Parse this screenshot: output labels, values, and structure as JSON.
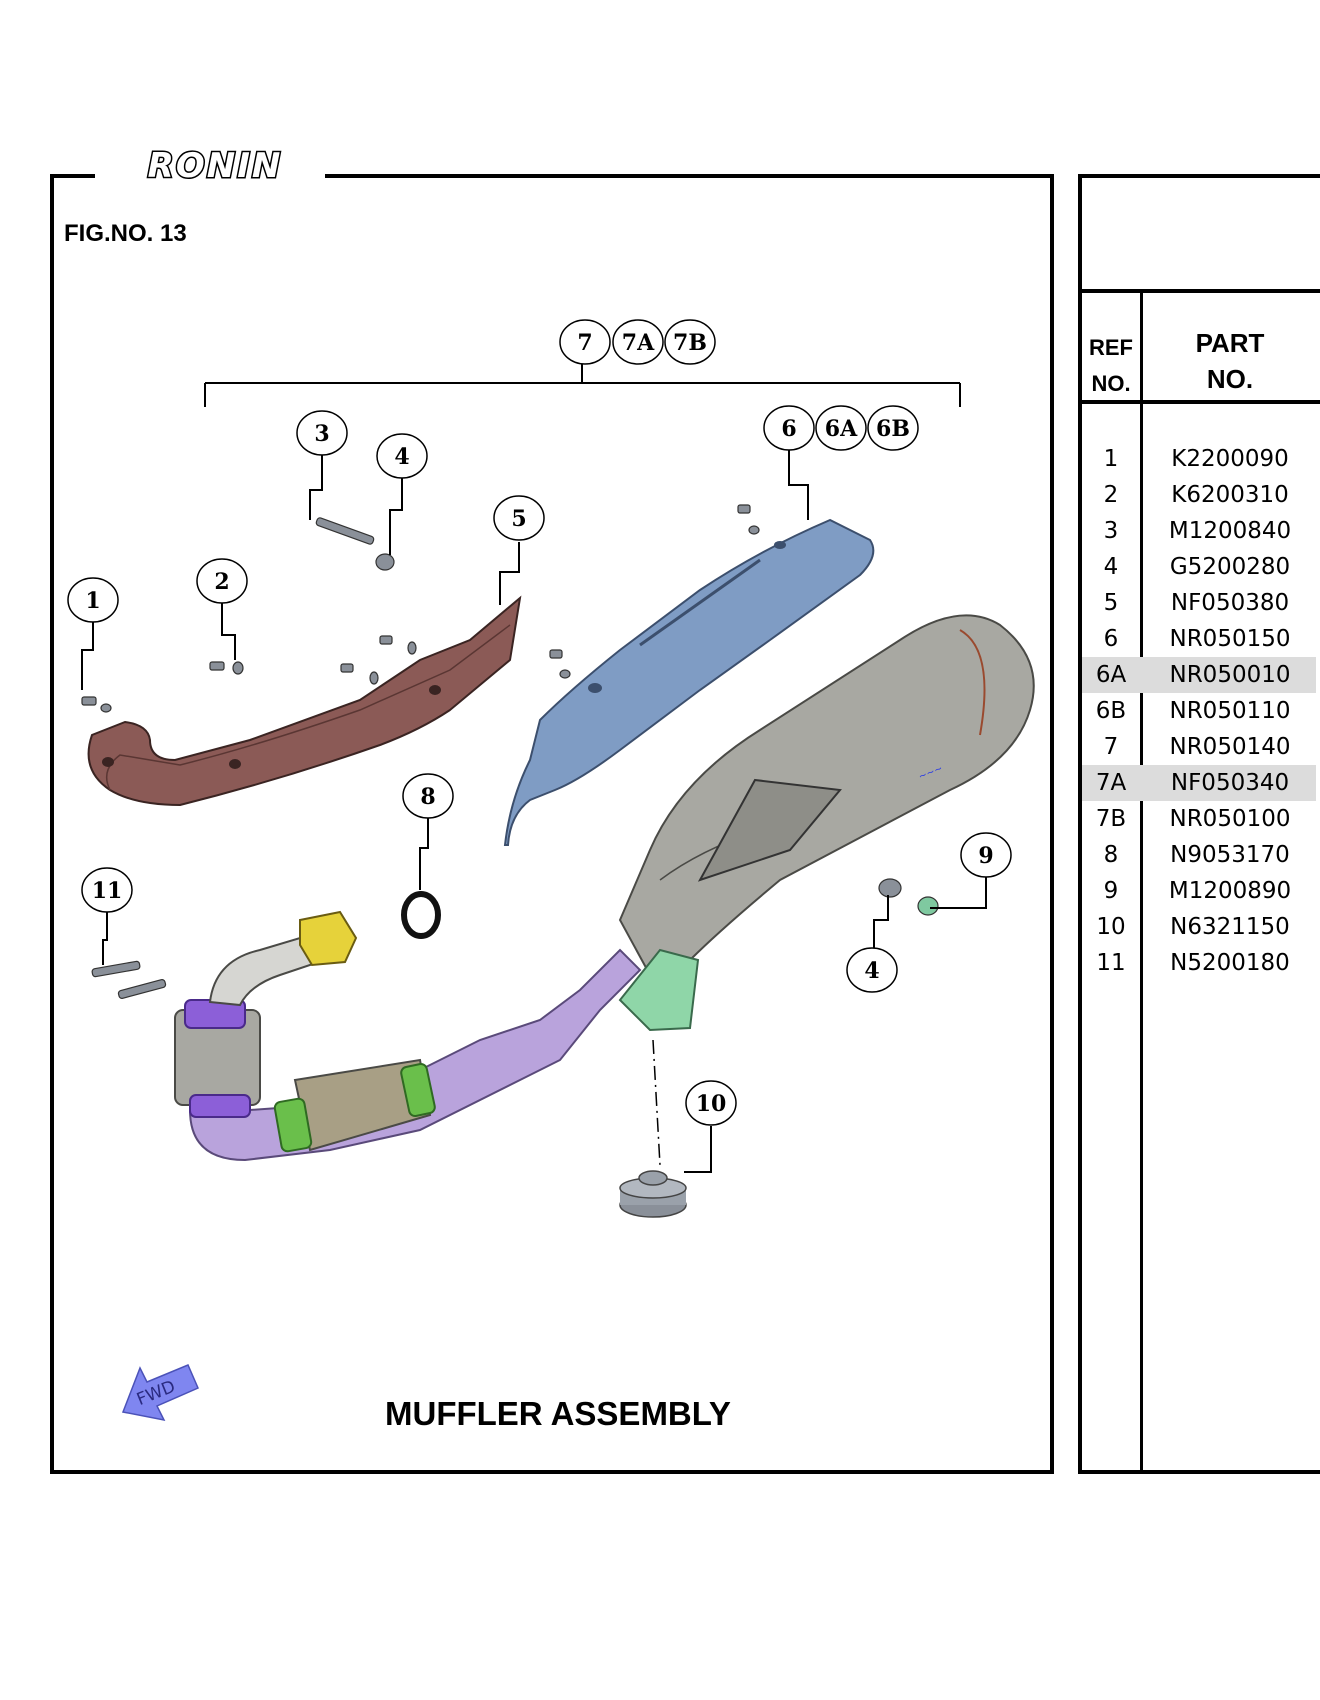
{
  "brand": {
    "logo_text": "RONIN"
  },
  "figure": {
    "number_label": "FIG.NO. 13",
    "title": "MUFFLER ASSEMBLY",
    "fwd_label": "FWD"
  },
  "callouts": [
    "1",
    "2",
    "3",
    "4",
    "4",
    "5",
    "6",
    "6A",
    "6B",
    "7",
    "7A",
    "7B",
    "8",
    "9",
    "10",
    "11"
  ],
  "table": {
    "header_ref_line1": "REF",
    "header_ref_line2": "NO.",
    "header_part_line1": "PART",
    "header_part_line2": "NO.",
    "rows": [
      {
        "ref": "1",
        "part": "K2200090",
        "highlight": false
      },
      {
        "ref": "2",
        "part": "K6200310",
        "highlight": false
      },
      {
        "ref": "3",
        "part": "M1200840",
        "highlight": false
      },
      {
        "ref": "4",
        "part": "G5200280",
        "highlight": false
      },
      {
        "ref": "5",
        "part": "NF050380",
        "highlight": false
      },
      {
        "ref": "6",
        "part": "NR050150",
        "highlight": false
      },
      {
        "ref": "6A",
        "part": "NR050010",
        "highlight": true
      },
      {
        "ref": "6B",
        "part": "NR050110",
        "highlight": false
      },
      {
        "ref": "7",
        "part": "NR050140",
        "highlight": false
      },
      {
        "ref": "7A",
        "part": "NF050340",
        "highlight": true
      },
      {
        "ref": "7B",
        "part": "NR050100",
        "highlight": false
      },
      {
        "ref": "8",
        "part": "N9053170",
        "highlight": false
      },
      {
        "ref": "9",
        "part": "M1200890",
        "highlight": false
      },
      {
        "ref": "10",
        "part": "N6321150",
        "highlight": false
      },
      {
        "ref": "11",
        "part": "N5200180",
        "highlight": false
      }
    ]
  },
  "colors": {
    "heat_shield_front": "#8b5a56",
    "heat_shield_rear": "#7f9cc4",
    "muffler_body": "#a8a8a2",
    "pipe_purple": "#b9a3dc",
    "clamp_green": "#6abf4b",
    "flange_yellow": "#e6d23a",
    "bracket_green": "#8fd6a8",
    "fwd_arrow": "#7f86f0",
    "highlight_row": "#dcdcdc"
  }
}
